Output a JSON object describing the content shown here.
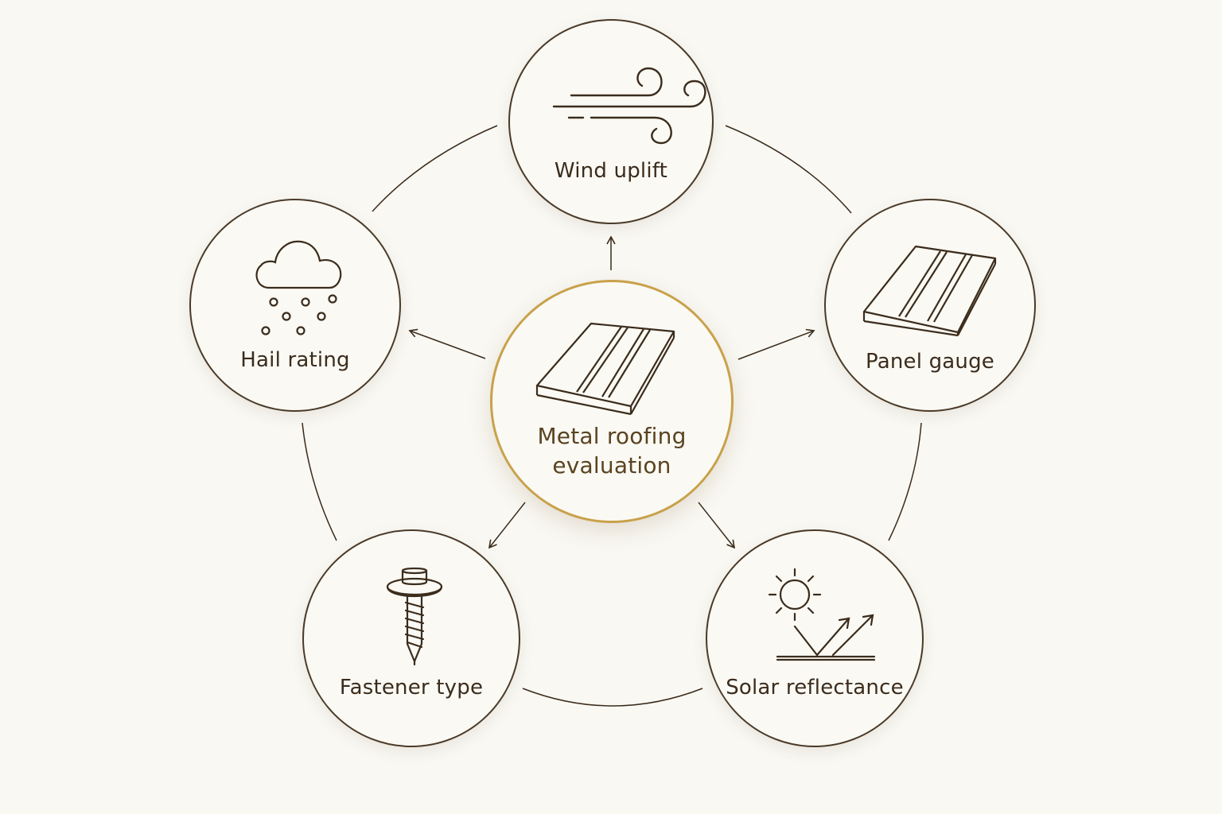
{
  "diagram": {
    "center": {
      "line1": "Metal roofing",
      "line2": "evaluation",
      "icon": "metal-panel-icon"
    },
    "factors": [
      {
        "id": "wind-uplift",
        "label": "Wind uplift",
        "icon": "wind-icon"
      },
      {
        "id": "panel-gauge",
        "label": "Panel gauge",
        "icon": "metal-panel-icon"
      },
      {
        "id": "solar-reflectance",
        "label": "Solar reflectance",
        "icon": "sun-reflection-icon"
      },
      {
        "id": "fastener-type",
        "label": "Fastener type",
        "icon": "screw-icon"
      },
      {
        "id": "hail-rating",
        "label": "Hail rating",
        "icon": "hail-cloud-icon"
      }
    ]
  },
  "colors": {
    "background": "#f9f8f3",
    "outline": "#4a3a28",
    "accent": "#c9a14a",
    "text": "#3b2c1c"
  }
}
